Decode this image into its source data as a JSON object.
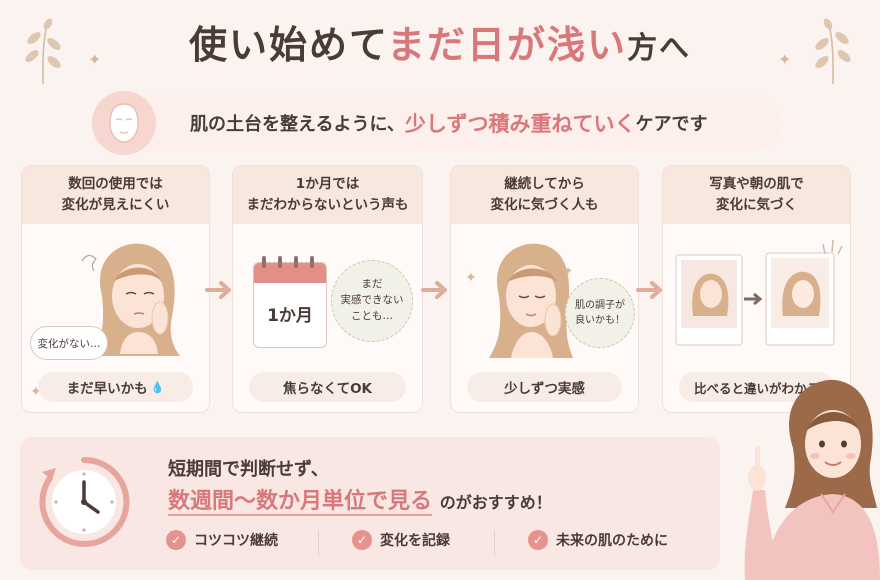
{
  "title": {
    "part1": "使い始めて",
    "highlight": "まだ日が浅い",
    "part2": "方へ"
  },
  "subtitle": {
    "prefix": "肌の土台を整えるように、",
    "highlight": "少しずつ積み重ねていく",
    "suffix": "ケアです",
    "icon": "face-mask-icon"
  },
  "steps": [
    {
      "heading": "数回の使用では\n変化が見えにくい",
      "speech": "変化がない…",
      "footer": "まだ早いかも"
    },
    {
      "heading": "1か月では\nまだわからないという声も",
      "calendar_label": "1か月",
      "bubble": "まだ\n実感できない\nことも…",
      "footer": "焦らなくてOK"
    },
    {
      "heading": "継続してから\n変化に気づく人も",
      "bubble": "肌の調子が\n良いかも！",
      "footer": "少しずつ実感"
    },
    {
      "heading": "写真や朝の肌で\n変化に気づく",
      "footer": "比べると違いがわかる"
    }
  ],
  "bottom": {
    "line1": "短期間で判断せず、",
    "line2_highlight": "数週間〜数か月単位で見る",
    "line2_tail": "のがおすすめ！",
    "chips": [
      "コツコツ継続",
      "変化を記録",
      "未来の肌のために"
    ],
    "icon": "clock-icon"
  },
  "colors": {
    "background": "#fbf3ef",
    "accent": "#d9787a",
    "card_head": "#f7e7df",
    "text": "#4a3b36"
  }
}
